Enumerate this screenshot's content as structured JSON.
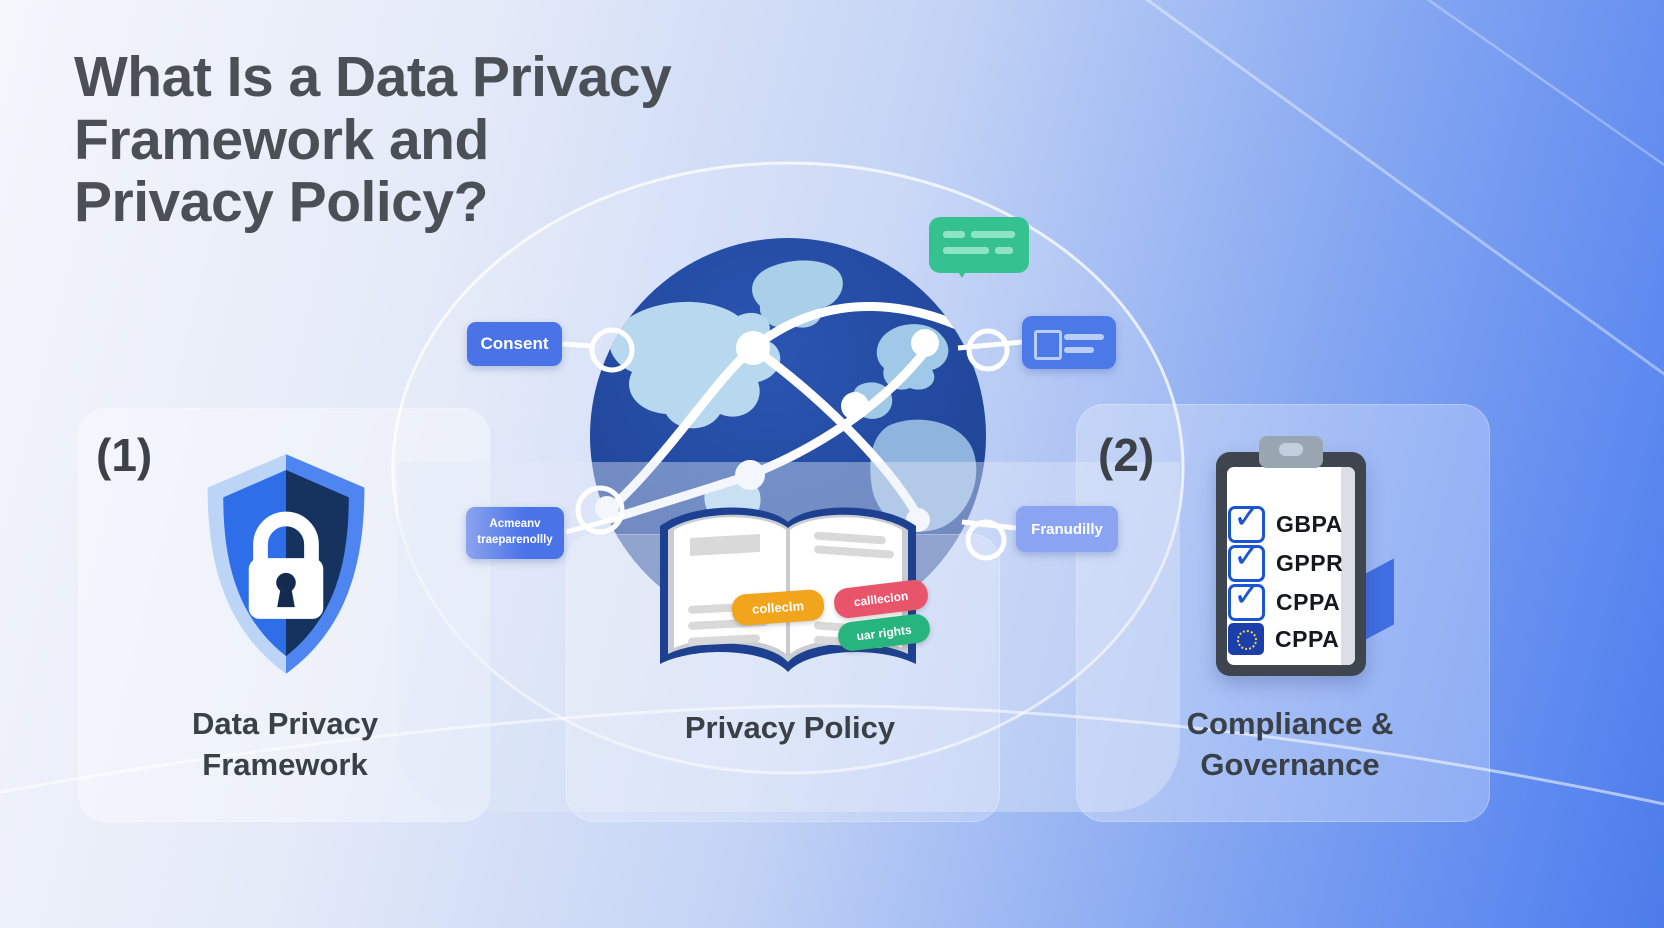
{
  "title": {
    "lines": [
      "What Is a Data Privacy",
      "Framework and",
      "Privacy Policy?"
    ]
  },
  "sections": {
    "framework": {
      "number": "(1)",
      "label": "Data Privacy Framework"
    },
    "policy": {
      "label": "Privacy Policy"
    },
    "compliance": {
      "number": "(2)",
      "label": "Compliance & Governance"
    }
  },
  "globe_chips": {
    "consent": "Consent",
    "accountability_line1": "Acmeanv",
    "accountability_line2": "traeparenollly",
    "portability": "Franudilly"
  },
  "book_tags": [
    {
      "text": "colleclm",
      "color": "#f0a51d"
    },
    {
      "text": "callleclon",
      "color": "#e8556a"
    },
    {
      "text": "uar rights",
      "color": "#27b47e"
    }
  ],
  "checklist": [
    {
      "label": "GBPA",
      "icon": "checkbox-checked"
    },
    {
      "label": "GPPR",
      "icon": "checkbox-checked"
    },
    {
      "label": "CPPA",
      "icon": "checkbox-checked"
    },
    {
      "label": "CPPA",
      "icon": "eu-flag"
    }
  ],
  "colors": {
    "accent_blue": "#4a73e8",
    "navy": "#1d4190",
    "continent": "#aacfe9",
    "green_bubble": "#35c190",
    "tag_orange": "#f0a51d",
    "tag_red": "#e8556a",
    "tag_green": "#27b47e",
    "check_blue": "#1c55d4",
    "eu_flag_blue": "#1b3faa",
    "title_gray": "#4b5057"
  }
}
